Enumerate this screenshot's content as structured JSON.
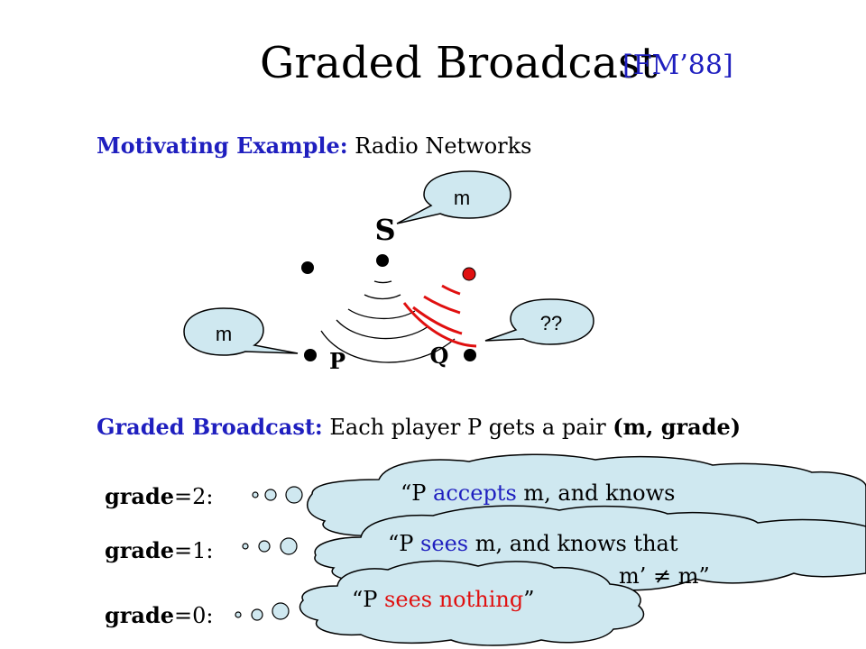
{
  "slide": {
    "title": "Graded Broadcast",
    "citation": "[FM’88]",
    "motivating": {
      "label": "Motivating Example:",
      "text": " Radio Networks"
    },
    "diagram": {
      "sender_label": "S",
      "p_label": "P",
      "q_label": "Q",
      "bubble_sender": "m",
      "bubble_p": "m",
      "bubble_q": "??"
    },
    "graded": {
      "label": "Graded Broadcast:",
      "text_pre": " Each player P gets a pair ",
      "pair": "(m, grade)"
    },
    "grades": [
      {
        "word": "grade",
        "value": "=2:"
      },
      {
        "word": "grade",
        "value": "=1:"
      },
      {
        "word": "grade",
        "value": "=0:"
      }
    ],
    "clouds": {
      "c2_q1": "“P ",
      "c2_red": "accepts",
      "c2_rest": " m, and knows",
      "c1_q1": "“P ",
      "c1_red": "sees",
      "c1_rest": " m, and knows that",
      "c1_line2": "m’ ≠ m”",
      "c0_q1": "“P ",
      "c0_red": "sees nothing",
      "c0_q2": "”"
    }
  }
}
